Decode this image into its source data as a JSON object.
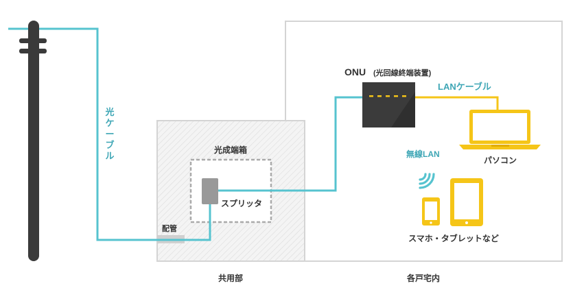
{
  "labels": {
    "fiber_cable_v": [
      "光",
      "ケ",
      "ー",
      "ブ",
      "ル"
    ],
    "splitter_box": "光成端箱",
    "splitter": "スプリッタ",
    "conduit": "配管",
    "common_area": "共用部",
    "dwelling": "各戸宅内",
    "onu": "ONU",
    "onu_sub": "(光回線終端装置)",
    "lan_cable": "LANケーブル",
    "pc": "パソコン",
    "wireless_lan": "無線LAN",
    "mobile": "スマホ・タブレットなど"
  },
  "colors": {
    "cable": "#56c3cf",
    "teal_text": "#3ea6b5",
    "yellow": "#f5c518",
    "pole": "#3a3a3a",
    "onu_body": "#2f2f2f",
    "label_dark": "#333333"
  }
}
